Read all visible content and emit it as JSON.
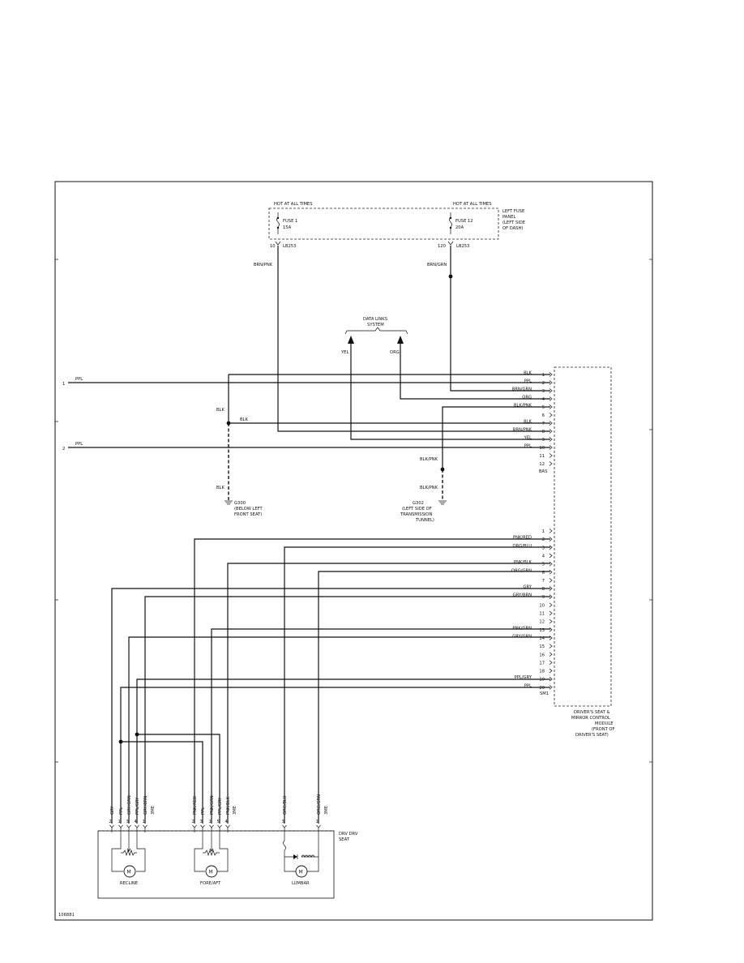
{
  "diagram_id": "106881",
  "fuses": [
    {
      "hot_label": "HOT AT ALL TIMES",
      "name": "FUSE 1",
      "rating": "15A",
      "pin": "10",
      "connector": "LB253"
    },
    {
      "hot_label": "HOT AT ALL TIMES",
      "name": "FUSE 12",
      "rating": "20A",
      "pin": "120",
      "connector": "LB253"
    }
  ],
  "fuse_panel_label": [
    "LEFT FUSE",
    "PANEL",
    "(LEFT SIDE",
    "OF DASH)"
  ],
  "data_links": {
    "label": [
      "DATA LINKS",
      "SYSTEM"
    ],
    "wires": [
      "YEL",
      "ORG"
    ]
  },
  "wire_labels": {
    "fuse1_wire": "BRN/PNK",
    "fuse12_wire": "BRN/GRN",
    "left_blk": "BLK",
    "left_blk_down": "BLK",
    "g300_blk": "BLK",
    "g302_upper": "BLK/PNK",
    "g302_lower": "BLK/PNK",
    "ppl_left": "PPL"
  },
  "left_terminals": [
    "1",
    "2"
  ],
  "grounds": [
    {
      "name": "G300",
      "desc": [
        "(BELOW LEFT",
        "FRONT SEAT)"
      ]
    },
    {
      "name": "G302",
      "desc": [
        "(LEFT SIDE OF",
        "TRANSMISSION",
        "TUNNEL)"
      ]
    }
  ],
  "module": {
    "label": [
      "DRIVER'S SEAT &",
      "MIRROR CONTROL",
      "MODULE",
      "(FRONT OF",
      "DRIVER'S SEAT)"
    ],
    "connector_a": {
      "name": "BAS",
      "pins": [
        {
          "pin": "1",
          "color": "BLK"
        },
        {
          "pin": "2",
          "color": "PPL"
        },
        {
          "pin": "3",
          "color": "BRN/GRN"
        },
        {
          "pin": "4",
          "color": "ORG"
        },
        {
          "pin": "5",
          "color": "BLK/PNK"
        },
        {
          "pin": "6",
          "color": ""
        },
        {
          "pin": "7",
          "color": "BLK"
        },
        {
          "pin": "8",
          "color": "BRN/PNK"
        },
        {
          "pin": "9",
          "color": "YEL"
        },
        {
          "pin": "10",
          "color": "PPL"
        },
        {
          "pin": "11",
          "color": ""
        },
        {
          "pin": "12",
          "color": ""
        }
      ]
    },
    "connector_b": {
      "name": "SM1",
      "pins": [
        {
          "pin": "1",
          "color": ""
        },
        {
          "pin": "2",
          "color": "PNK/RED"
        },
        {
          "pin": "3",
          "color": "ORG/BLU"
        },
        {
          "pin": "4",
          "color": ""
        },
        {
          "pin": "5",
          "color": "PNK/BLK"
        },
        {
          "pin": "6",
          "color": "ORG/GRN"
        },
        {
          "pin": "7",
          "color": ""
        },
        {
          "pin": "8",
          "color": "GRY"
        },
        {
          "pin": "9",
          "color": "GRY/BRN"
        },
        {
          "pin": "10",
          "color": ""
        },
        {
          "pin": "11",
          "color": ""
        },
        {
          "pin": "12",
          "color": ""
        },
        {
          "pin": "13",
          "color": "PNK/GRN"
        },
        {
          "pin": "14",
          "color": "GRY/GRN"
        },
        {
          "pin": "15",
          "color": ""
        },
        {
          "pin": "16",
          "color": ""
        },
        {
          "pin": "17",
          "color": ""
        },
        {
          "pin": "18",
          "color": ""
        },
        {
          "pin": "19",
          "color": "PPL/GRY"
        },
        {
          "pin": "20",
          "color": "PPL"
        }
      ]
    }
  },
  "seat": {
    "label": [
      "DRV DRV",
      "SEAT"
    ],
    "motors": [
      {
        "name": "RECLINE",
        "connector": "3ME",
        "wires": [
          {
            "pin": "2",
            "color": "GRY"
          },
          {
            "pin": "1",
            "color": "PPL"
          },
          {
            "pin": "3",
            "color": "GRY/GRN"
          },
          {
            "pin": "4",
            "color": "PPL/GRY"
          },
          {
            "pin": "1",
            "color": "GRY/BRN"
          }
        ]
      },
      {
        "name": "FORE/AFT",
        "connector": "3ME",
        "wires": [
          {
            "pin": "2",
            "color": "PNK/RED"
          },
          {
            "pin": "3",
            "color": "PPL"
          },
          {
            "pin": "1",
            "color": "PNK/GRN"
          },
          {
            "pin": "5",
            "color": "PPL/GRY"
          },
          {
            "pin": "4",
            "color": "PNK/BLK"
          }
        ]
      },
      {
        "name": "LUMBAR",
        "connector": "3ME",
        "wires": [
          {
            "pin": "3",
            "color": "ORG/BLU"
          },
          {
            "pin": "1",
            "color": "ORG/GRN"
          }
        ]
      }
    ]
  }
}
